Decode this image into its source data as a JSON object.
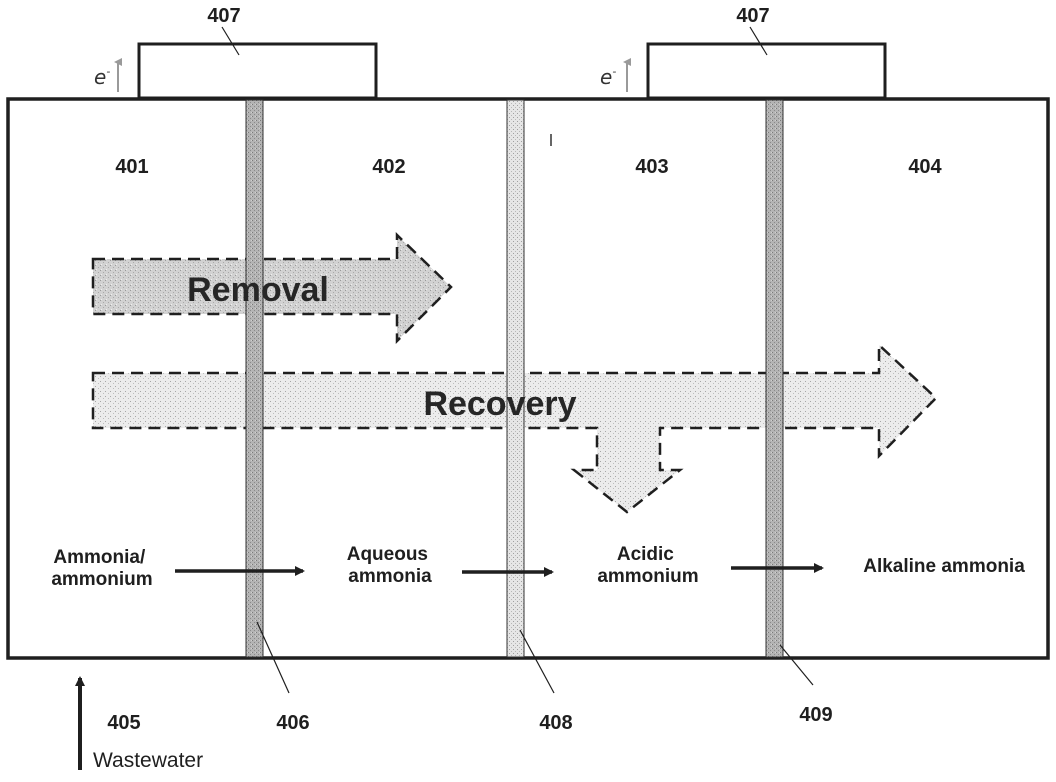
{
  "figure": {
    "chambers": [
      {
        "id": "401",
        "label": "401",
        "content": [
          "Ammonia/",
          "ammonium"
        ]
      },
      {
        "id": "402",
        "label": "402",
        "content": [
          "Aqueous",
          "ammonia"
        ]
      },
      {
        "id": "403",
        "label": "403",
        "content": [
          "Acidic",
          "ammonium"
        ]
      },
      {
        "id": "404",
        "label": "404",
        "content": [
          "Alkaline ammonia"
        ]
      }
    ],
    "power_sources": [
      {
        "label": "407",
        "electron_label": "e",
        "electron_sup": "-"
      },
      {
        "label": "407",
        "electron_label": "e",
        "electron_sup": "-"
      }
    ],
    "membranes": [
      {
        "label": "406",
        "type": "dark"
      },
      {
        "label": "408",
        "type": "light"
      },
      {
        "label": "409",
        "type": "dark"
      }
    ],
    "inlet": {
      "label": "405",
      "text": "Wastewater"
    },
    "process_arrows": {
      "removal": "Removal",
      "recovery": "Recovery"
    },
    "colors": {
      "line": "#1f1f1f",
      "membrane_dark": "#a8a8a8",
      "membrane_light": "#dcdcdc",
      "arrow_fill_removal": "#cfcfcf",
      "arrow_fill_recovery": "#e2e2e2",
      "electron_arrow": "#9a9a9a"
    }
  }
}
